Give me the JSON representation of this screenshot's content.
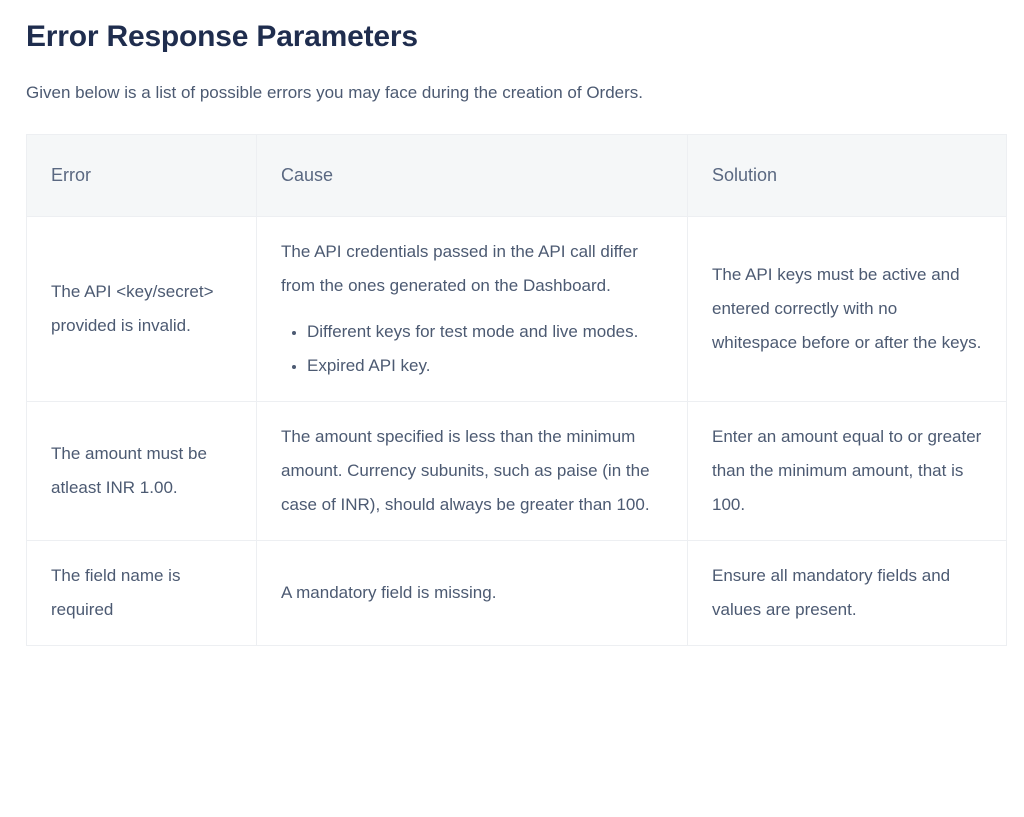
{
  "page": {
    "title": "Error Response Parameters",
    "intro": "Given below is a list of possible errors you may face during the creation of Orders."
  },
  "table": {
    "headers": {
      "error": "Error",
      "cause": "Cause",
      "solution": "Solution"
    },
    "rows": [
      {
        "error": "The API <key/secret> provided is invalid.",
        "cause_text": "The API credentials passed in the API call differ from the ones generated on the Dashboard.",
        "cause_bullets": [
          "Different keys for test mode and live modes.",
          "Expired API key."
        ],
        "solution": "The API keys must be active and entered correctly with no whitespace before or after the keys."
      },
      {
        "error": "The amount must be atleast INR 1.00.",
        "cause_text": "The amount specified is less than the minimum amount. Currency subunits, such as paise (in the case of INR), should always be greater than 100.",
        "cause_bullets": [],
        "solution": "Enter an amount equal to or greater than the minimum amount, that is 100."
      },
      {
        "error": "The field name is required",
        "cause_text": "A mandatory field is missing.",
        "cause_bullets": [],
        "solution": "Ensure all mandatory fields and values are present."
      }
    ]
  },
  "colors": {
    "heading": "#1f2d4e",
    "body_text": "#4c5a72",
    "header_fill": "#f5f7f8",
    "border": "#edeff2"
  }
}
